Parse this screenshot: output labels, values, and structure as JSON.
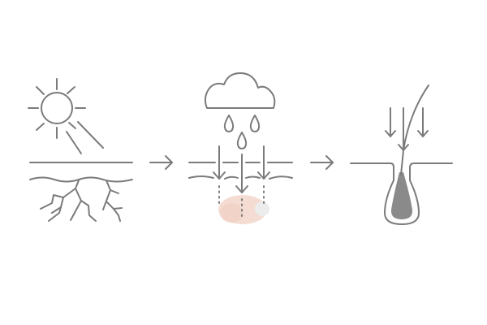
{
  "diagram": {
    "stages": [
      "dry-cracked-ground",
      "rain-absorption",
      "hair-follicle-absorption"
    ],
    "colors": {
      "stroke": "#7b7b7b",
      "absorbed": "#f2d6cb",
      "highlight": "#ececec",
      "bulb": "#8a8a8a"
    }
  }
}
